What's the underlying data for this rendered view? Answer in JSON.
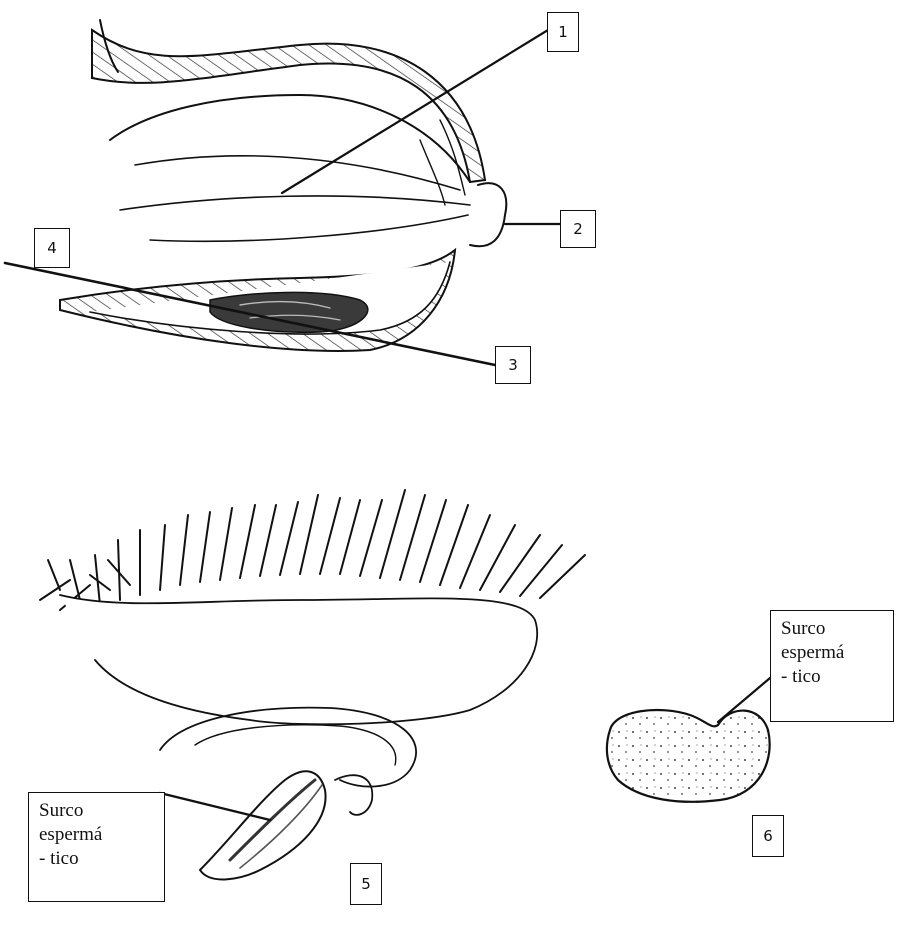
{
  "callouts": {
    "c1": "1",
    "c2": "2",
    "c3": "3",
    "c4": "4",
    "c5": "5",
    "c6": "6"
  },
  "annotations": {
    "sulcus_left": [
      "Surco",
      "espermá",
      "- tico"
    ],
    "sulcus_right": [
      "Surco",
      "espermá",
      "- tico"
    ]
  }
}
